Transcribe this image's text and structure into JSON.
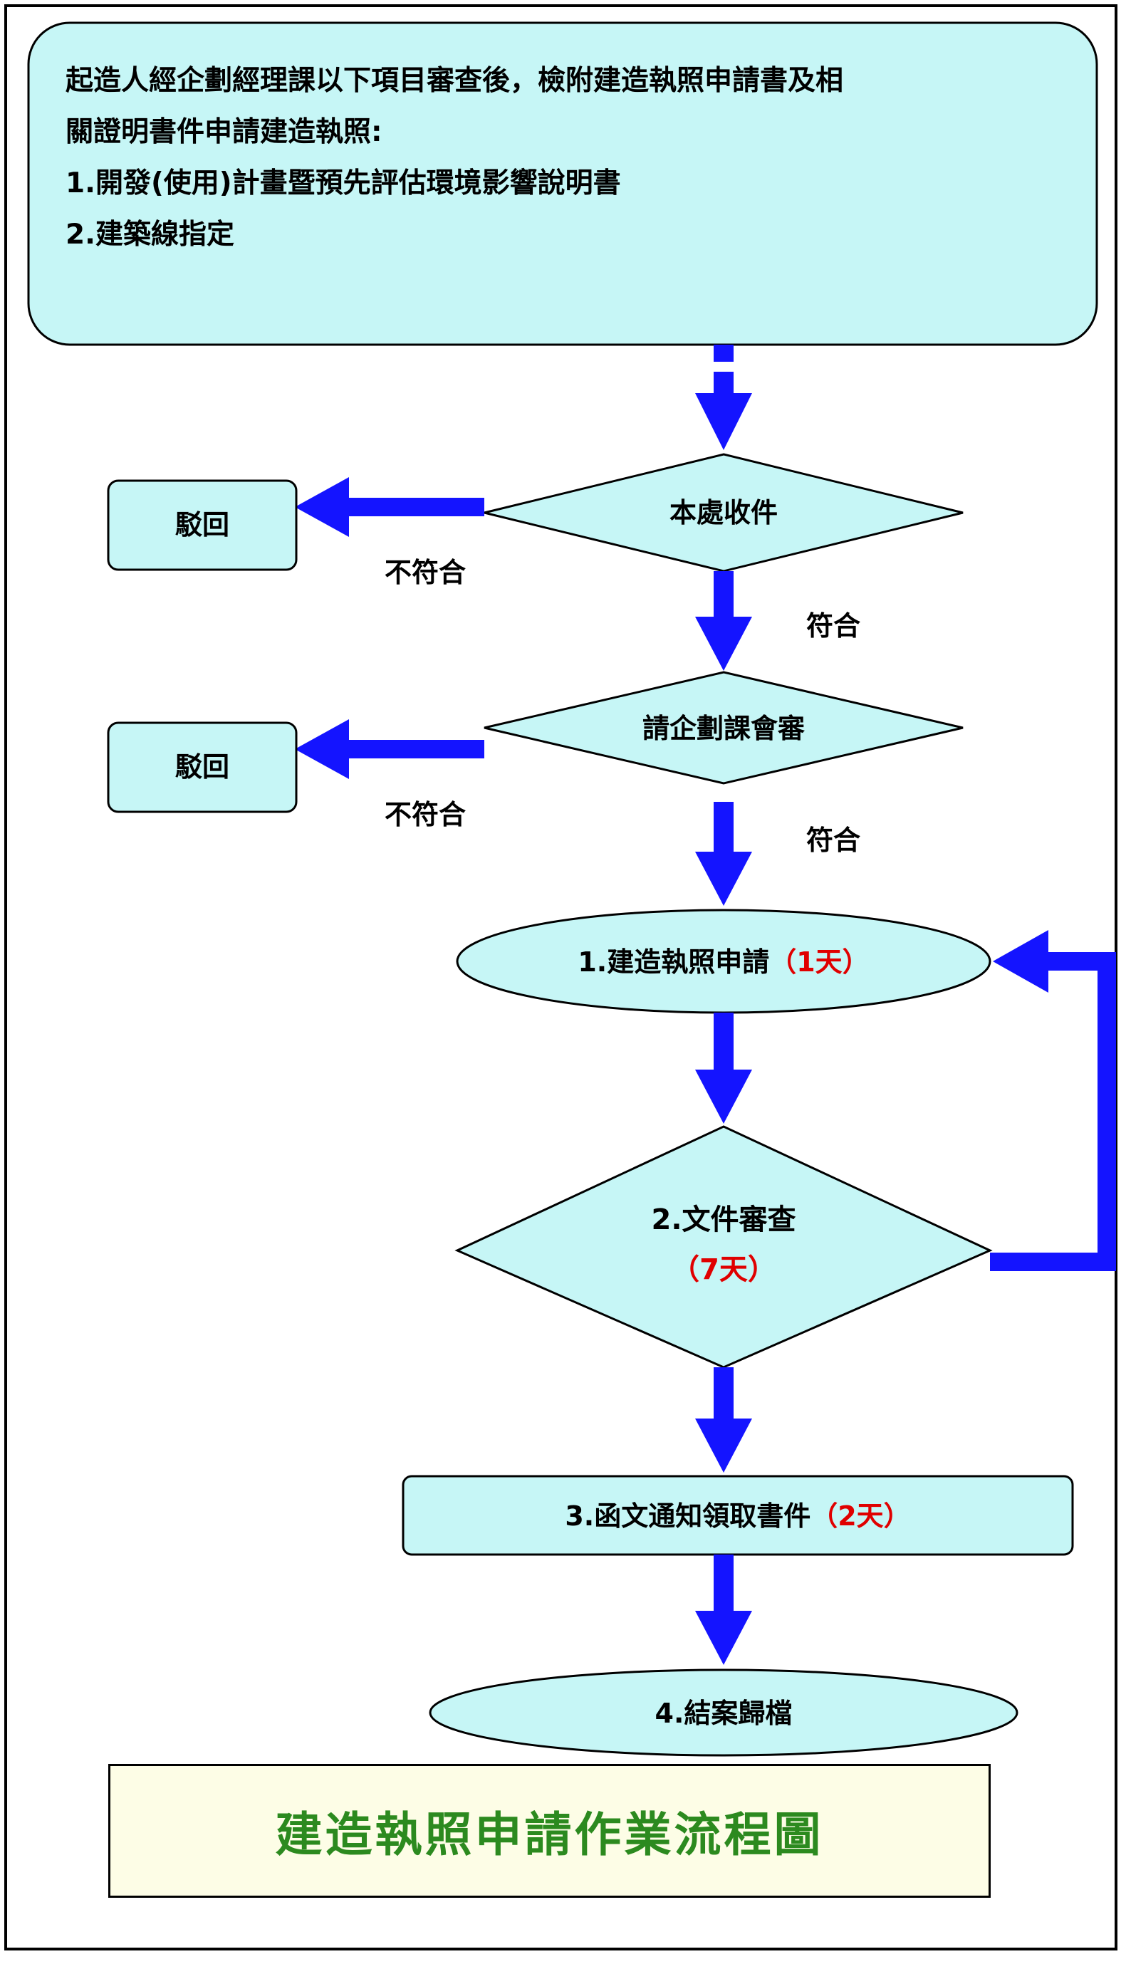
{
  "intro": {
    "line1": "起造人經企劃經理課以下項目審查後，檢附建造執照申請書及相",
    "line2": "關證明書件申請建造執照:",
    "line3": "1.開發(使用)計畫暨預先評估環境影響說明書",
    "line4": "2.建築線指定"
  },
  "nodes": {
    "receive": "本處收件",
    "review_meeting": "請企劃課會審",
    "reject1": "駁回",
    "reject2": "駁回",
    "apply_label": "1.建造執照申請",
    "apply_days": "（1天）",
    "doc_review_label": "2.文件審查",
    "doc_review_days": "（7天）",
    "notify_label": "3.函文通知領取書件",
    "notify_days": "（2天）",
    "archive": "4.結案歸檔"
  },
  "edges": {
    "fail1": "不符合",
    "pass1": "符合",
    "fail2": "不符合",
    "pass2": "符合"
  },
  "title": "建造執照申請作業流程圖",
  "colors": {
    "node_fill": "#c6f6f6",
    "arrow": "#1414ff",
    "days_text": "#e00000",
    "title_text": "#2c8a1f",
    "title_bg": "#fdfde6"
  }
}
